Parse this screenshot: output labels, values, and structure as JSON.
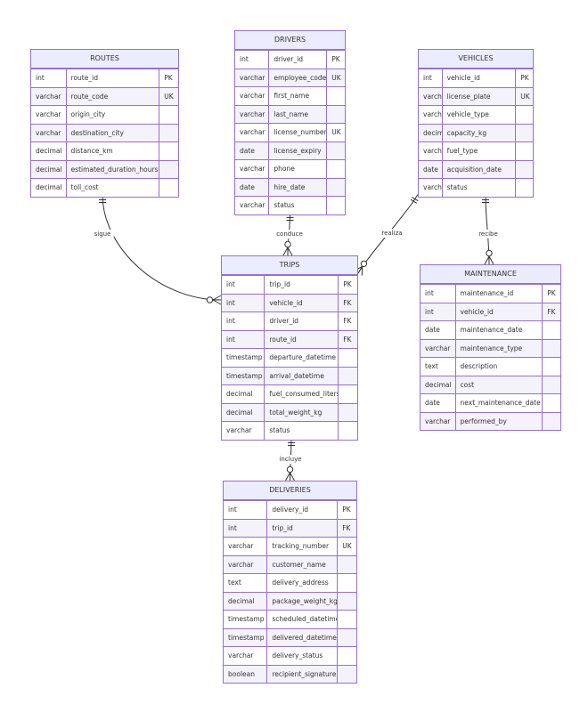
{
  "entities": {
    "routes": {
      "title": "ROUTES",
      "attributes": [
        {
          "type": "int",
          "name": "route_id",
          "key": "PK"
        },
        {
          "type": "varchar",
          "name": "route_code",
          "key": "UK"
        },
        {
          "type": "varchar",
          "name": "origin_city",
          "key": ""
        },
        {
          "type": "varchar",
          "name": "destination_city",
          "key": ""
        },
        {
          "type": "decimal",
          "name": "distance_km",
          "key": ""
        },
        {
          "type": "decimal",
          "name": "estimated_duration_hours",
          "key": ""
        },
        {
          "type": "decimal",
          "name": "toll_cost",
          "key": ""
        }
      ]
    },
    "drivers": {
      "title": "DRIVERS",
      "attributes": [
        {
          "type": "int",
          "name": "driver_id",
          "key": "PK"
        },
        {
          "type": "varchar",
          "name": "employee_code",
          "key": "UK"
        },
        {
          "type": "varchar",
          "name": "first_name",
          "key": ""
        },
        {
          "type": "varchar",
          "name": "last_name",
          "key": ""
        },
        {
          "type": "varchar",
          "name": "license_number",
          "key": "UK"
        },
        {
          "type": "date",
          "name": "license_expiry",
          "key": ""
        },
        {
          "type": "varchar",
          "name": "phone",
          "key": ""
        },
        {
          "type": "date",
          "name": "hire_date",
          "key": ""
        },
        {
          "type": "varchar",
          "name": "status",
          "key": ""
        }
      ]
    },
    "vehicles": {
      "title": "VEHICLES",
      "attributes": [
        {
          "type": "int",
          "name": "vehicle_id",
          "key": "PK"
        },
        {
          "type": "varchar",
          "name": "license_plate",
          "key": "UK"
        },
        {
          "type": "varchar",
          "name": "vehicle_type",
          "key": ""
        },
        {
          "type": "decimal",
          "name": "capacity_kg",
          "key": ""
        },
        {
          "type": "varchar",
          "name": "fuel_type",
          "key": ""
        },
        {
          "type": "date",
          "name": "acquisition_date",
          "key": ""
        },
        {
          "type": "varchar",
          "name": "status",
          "key": ""
        }
      ]
    },
    "trips": {
      "title": "TRIPS",
      "attributes": [
        {
          "type": "int",
          "name": "trip_id",
          "key": "PK"
        },
        {
          "type": "int",
          "name": "vehicle_id",
          "key": "FK"
        },
        {
          "type": "int",
          "name": "driver_id",
          "key": "FK"
        },
        {
          "type": "int",
          "name": "route_id",
          "key": "FK"
        },
        {
          "type": "timestamp",
          "name": "departure_datetime",
          "key": ""
        },
        {
          "type": "timestamp",
          "name": "arrival_datetime",
          "key": ""
        },
        {
          "type": "decimal",
          "name": "fuel_consumed_liters",
          "key": ""
        },
        {
          "type": "decimal",
          "name": "total_weight_kg",
          "key": ""
        },
        {
          "type": "varchar",
          "name": "status",
          "key": ""
        }
      ]
    },
    "maintenance": {
      "title": "MAINTENANCE",
      "attributes": [
        {
          "type": "int",
          "name": "maintenance_id",
          "key": "PK"
        },
        {
          "type": "int",
          "name": "vehicle_id",
          "key": "FK"
        },
        {
          "type": "date",
          "name": "maintenance_date",
          "key": ""
        },
        {
          "type": "varchar",
          "name": "maintenance_type",
          "key": ""
        },
        {
          "type": "text",
          "name": "description",
          "key": ""
        },
        {
          "type": "decimal",
          "name": "cost",
          "key": ""
        },
        {
          "type": "date",
          "name": "next_maintenance_date",
          "key": ""
        },
        {
          "type": "varchar",
          "name": "performed_by",
          "key": ""
        }
      ]
    },
    "deliveries": {
      "title": "DELIVERIES",
      "attributes": [
        {
          "type": "int",
          "name": "delivery_id",
          "key": "PK"
        },
        {
          "type": "int",
          "name": "trip_id",
          "key": "FK"
        },
        {
          "type": "varchar",
          "name": "tracking_number",
          "key": "UK"
        },
        {
          "type": "varchar",
          "name": "customer_name",
          "key": ""
        },
        {
          "type": "text",
          "name": "delivery_address",
          "key": ""
        },
        {
          "type": "decimal",
          "name": "package_weight_kg",
          "key": ""
        },
        {
          "type": "timestamp",
          "name": "scheduled_datetime",
          "key": ""
        },
        {
          "type": "timestamp",
          "name": "delivered_datetime",
          "key": ""
        },
        {
          "type": "varchar",
          "name": "delivery_status",
          "key": ""
        },
        {
          "type": "boolean",
          "name": "recipient_signature",
          "key": ""
        }
      ]
    }
  },
  "relationships": [
    {
      "id": "sigue",
      "from": "routes",
      "to": "trips",
      "label": "sigue",
      "from_card": "exactly-one",
      "to_card": "zero-or-many"
    },
    {
      "id": "conduce",
      "from": "drivers",
      "to": "trips",
      "label": "conduce",
      "from_card": "exactly-one",
      "to_card": "zero-or-many"
    },
    {
      "id": "realiza",
      "from": "vehicles",
      "to": "trips",
      "label": "realiza",
      "from_card": "exactly-one",
      "to_card": "zero-or-many"
    },
    {
      "id": "recibe",
      "from": "vehicles",
      "to": "maintenance",
      "label": "recibe",
      "from_card": "exactly-one",
      "to_card": "zero-or-many"
    },
    {
      "id": "incluye",
      "from": "trips",
      "to": "deliveries",
      "label": "incluye",
      "from_card": "exactly-one",
      "to_card": "zero-or-many"
    }
  ],
  "colors": {
    "border": "#9370db",
    "header": "#ececff",
    "row_alt": "#f4f2fb",
    "line": "#333333",
    "text": "#333333"
  }
}
